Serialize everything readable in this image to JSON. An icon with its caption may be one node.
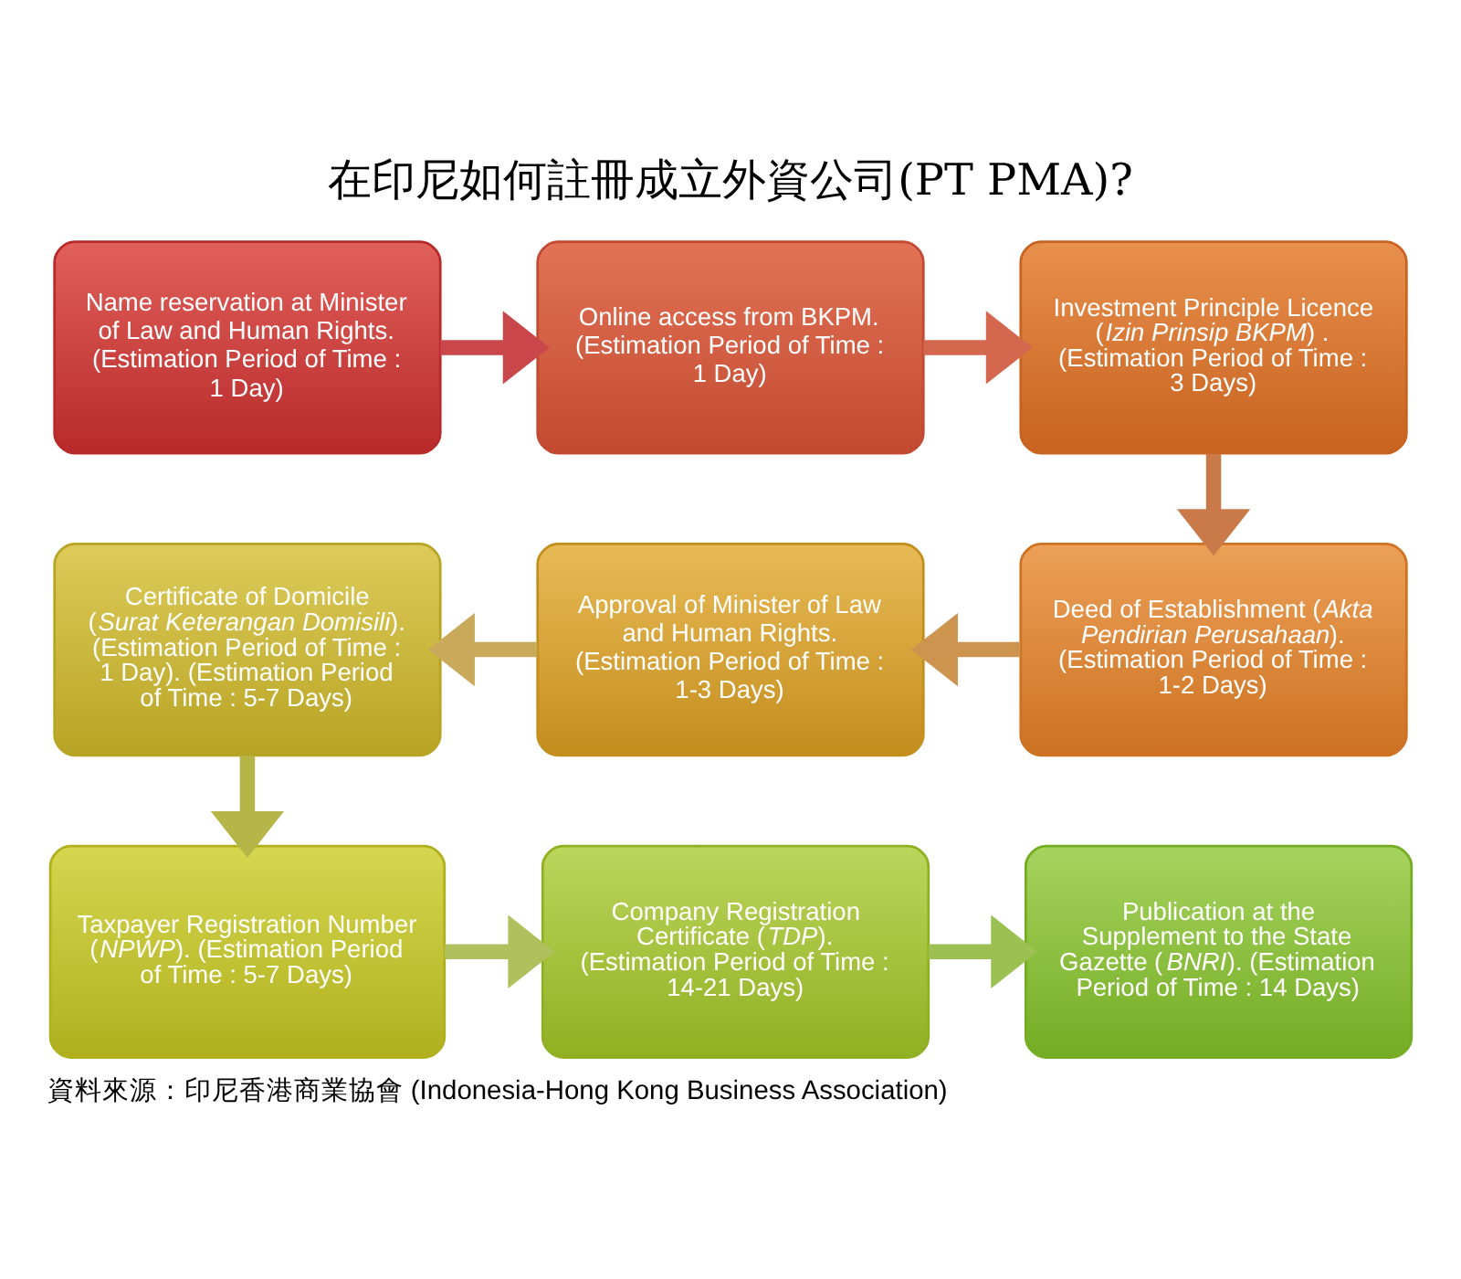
{
  "diagram": {
    "title": "在印尼如何註冊成立外資公司(PT PMA)?",
    "caption": "資料來源：印尼香港商業協會 (Indonesia-Hong Kong Business Association)",
    "nodes": [
      {
        "text": [
          "Name reservation at Minister of Law and Human Rights. (Estimation Period of Time : 1 Day)"
        ]
      },
      {
        "text": [
          "Online access from BKPM. (Estimation Period of Time : 1 Day)"
        ]
      },
      {
        "text": [
          "Investment Principle Licence (*Izin Prinsip BKPM*) . (Estimation Period of Time : 3 Days)"
        ]
      },
      {
        "text": [
          "Deed of Establishment (*Akta Pendirian Perusahaan*). (Estimation Period of Time : 1-2 Days)"
        ]
      },
      {
        "text": [
          "Approval of Minister of Law and Human Rights. (Estimation Period of Time : 1-3 Days)"
        ]
      },
      {
        "text": [
          "Certificate of Domicile (*Surat Keterangan Domisili*). (Estimation Period of Time : 1 Day). (Estimation Period of Time : 5-7 Days)"
        ]
      },
      {
        "text": [
          "Taxpayer Registration Number (*NPWP*). (Estimation Period of Time : 5-7 Days)"
        ]
      },
      {
        "text": [
          "Company Registration Certificate (*TDP*). (Estimation Period of Time : 14-21 Days)"
        ]
      },
      {
        "text": [
          "Publication at the Supplement to the State Gazette (*BNRI*). (Estimation Period of Time : 14 Days)"
        ]
      }
    ],
    "edges": [
      {
        "from": 0,
        "to": 1,
        "arrow": "to",
        "color": "#c9474a"
      },
      {
        "from": 1,
        "to": 2,
        "arrow": "to",
        "color": "#d4684e"
      },
      {
        "from": 2,
        "to": 3,
        "arrow": "to",
        "color": "#c97a48"
      },
      {
        "from": 3,
        "to": 4,
        "arrow": "to",
        "color": "#cc944f"
      },
      {
        "from": 4,
        "to": 5,
        "arrow": "to",
        "color": "#c9aa5a"
      },
      {
        "from": 5,
        "to": 6,
        "arrow": "to",
        "color": "#b5b548"
      },
      {
        "from": 6,
        "to": 7,
        "arrow": "to",
        "color": "#b0c05c"
      },
      {
        "from": 7,
        "to": 8,
        "arrow": "to",
        "color": "#9cc052"
      }
    ]
  }
}
